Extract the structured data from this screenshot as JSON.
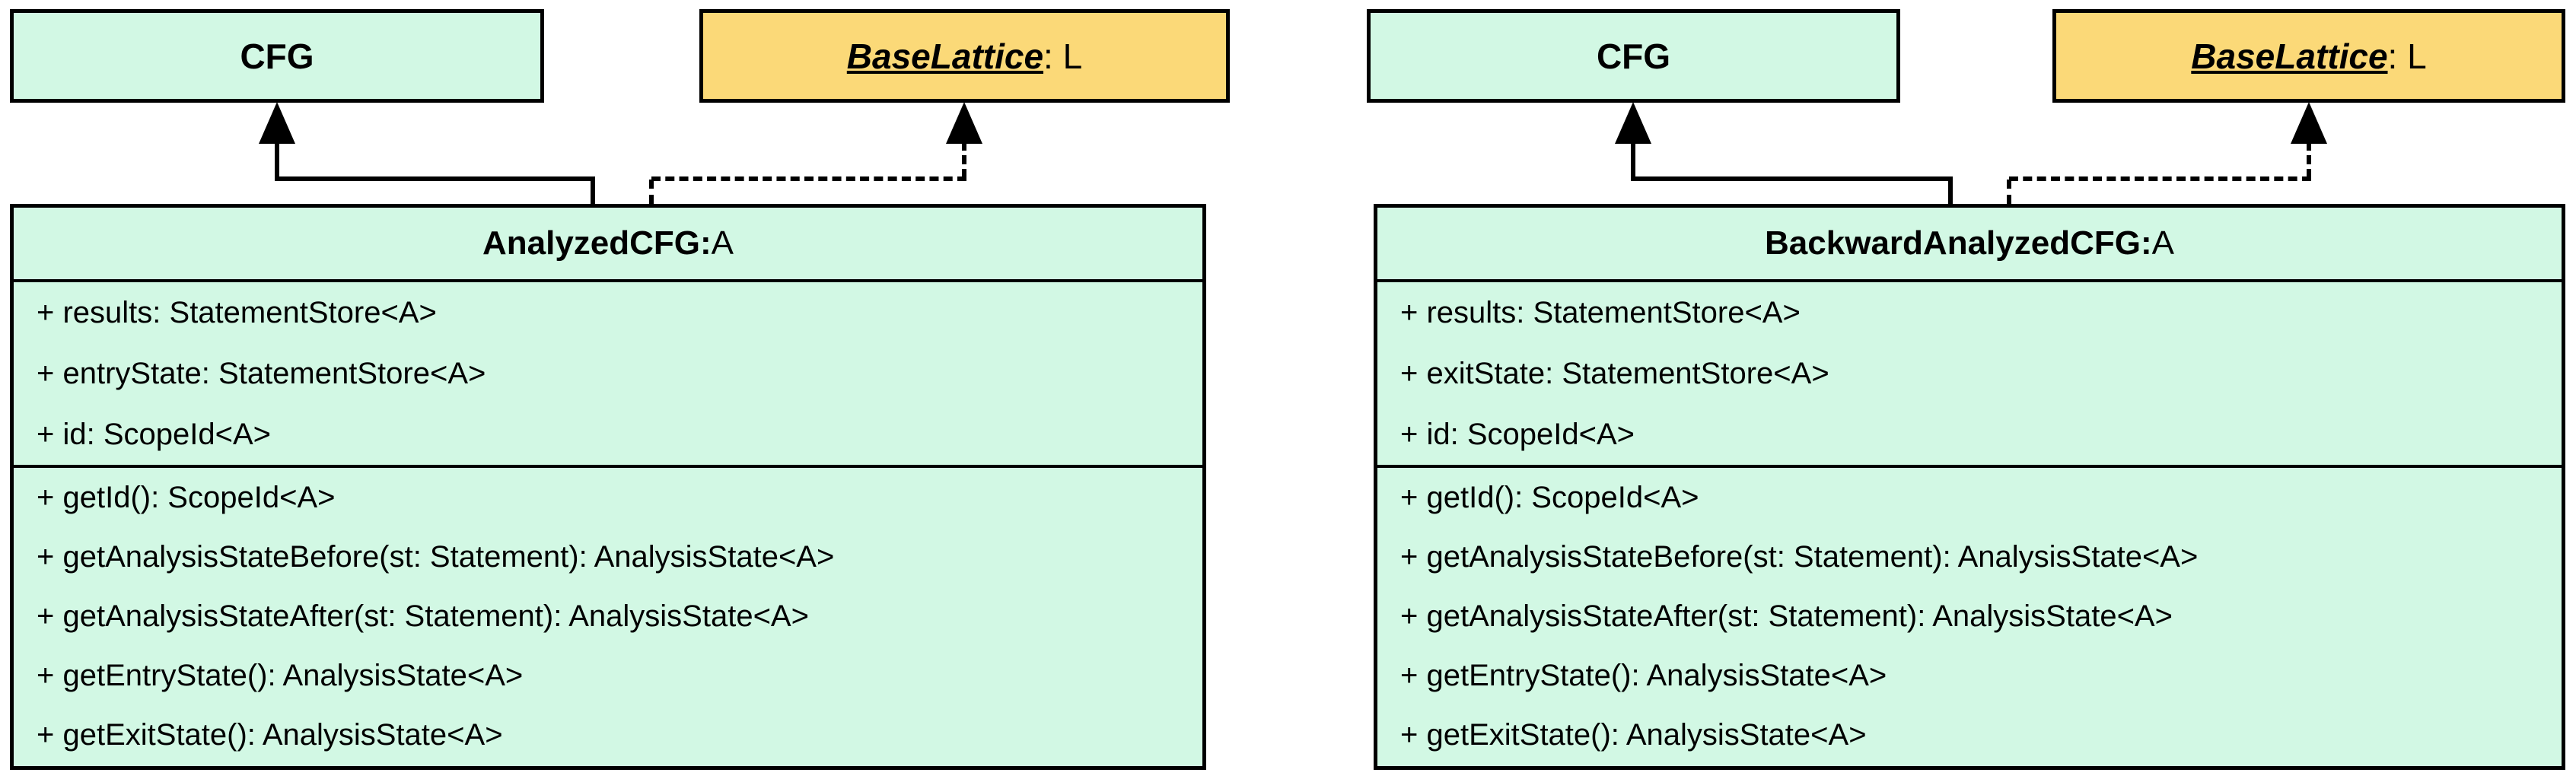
{
  "colors": {
    "class_fill_green": "#d2f8e4",
    "interface_fill_orange": "#fbd978",
    "line_and_text": "#000000"
  },
  "diagrams": [
    {
      "parent_class_label": "CFG",
      "interface_name": "BaseLattice",
      "interface_suffix": " : L",
      "class_title_name": "AnalyzedCFG:",
      "class_title_param": " A",
      "attributes": [
        "+ results: StatementStore<A>",
        "+ entryState: StatementStore<A>",
        "+ id: ScopeId<A>"
      ],
      "methods": [
        "+ getId(): ScopeId<A>",
        "+ getAnalysisStateBefore(st: Statement): AnalysisState<A>",
        "+ getAnalysisStateAfter(st: Statement): AnalysisState<A>",
        "+ getEntryState(): AnalysisState<A>",
        "+ getExitState(): AnalysisState<A>"
      ]
    },
    {
      "parent_class_label": "CFG",
      "interface_name": "BaseLattice",
      "interface_suffix": " : L",
      "class_title_name": "BackwardAnalyzedCFG:",
      "class_title_param": " A",
      "attributes": [
        "+ results: StatementStore<A>",
        "+ exitState: StatementStore<A>",
        "+ id: ScopeId<A>"
      ],
      "methods": [
        "+ getId(): ScopeId<A>",
        "+ getAnalysisStateBefore(st: Statement): AnalysisState<A>",
        "+ getAnalysisStateAfter(st: Statement): AnalysisState<A>",
        "+ getEntryState(): AnalysisState<A>",
        "+ getExitState(): AnalysisState<A>"
      ]
    }
  ]
}
